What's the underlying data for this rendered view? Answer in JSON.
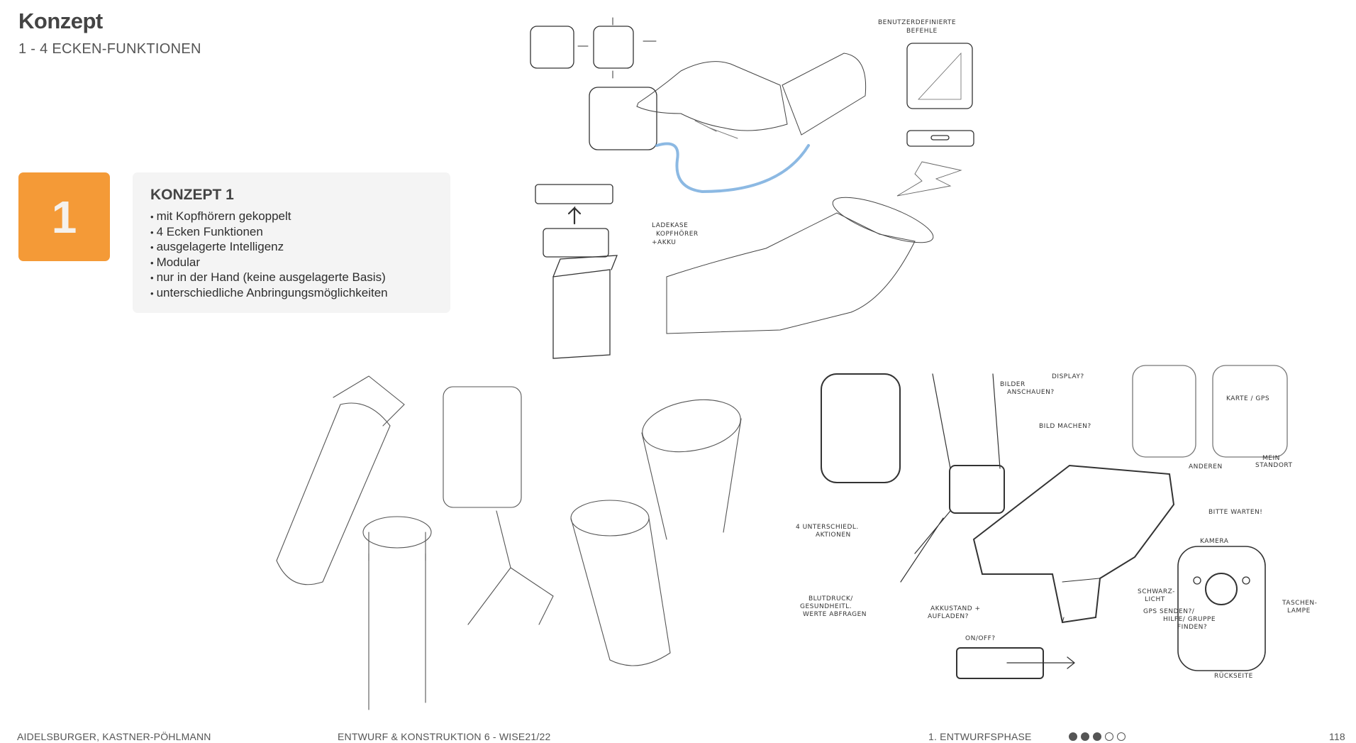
{
  "header": {
    "title": "Konzept",
    "subtitle": "1 - 4 ECKEN-FUNKTIONEN"
  },
  "concept": {
    "number": "1",
    "accent_color": "#f49a37",
    "heading": "KONZEPT 1",
    "bullets": [
      "mit Kopfhörern gekoppelt",
      "4 Ecken Funktionen",
      "ausgelagerte Intelligenz",
      "Modular",
      "nur in der Hand (keine ausgelagerte Basis)",
      "unterschiedliche Anbringungsmöglichkeiten"
    ]
  },
  "sketch_labels": {
    "benutzer": "BENUTZERDEFINIERTE",
    "befehle": "BEFEHLE",
    "ladekase1": "LADEKASE",
    "ladekase2": "KOPFHÖRER",
    "ladekase3": "+AKKU",
    "bilder1": "BILDER",
    "bilder2": "ANSCHAUEN?",
    "display": "DISPLAY?",
    "bild_machen": "BILD MACHEN?",
    "karte": "KARTE / GPS",
    "anderen": "ANDEREN",
    "standort1": "MEIN",
    "standort2": "STANDORT",
    "bitte": "BITTE WARTEN!",
    "aktionen1": "4 UNTERSCHIEDL.",
    "aktionen2": "AKTIONEN",
    "blut1": "BLUTDRUCK/",
    "blut2": "GESUNDHEITL.",
    "blut3": "WERTE ABFRAGEN",
    "akku1": "AKKUSTAND +",
    "akku2": "AUFLADEN?",
    "onoff": "ON/OFF?",
    "kamera": "KAMERA",
    "schwarz1": "SCHWARZ-",
    "schwarz2": "LICHT",
    "taschen1": "TASCHEN-",
    "taschen2": "LAMPE",
    "gps1": "GPS SENDEN?/",
    "gps2": "HILFE/ GRUPPE",
    "gps3": "FINDEN?",
    "rueckseite": "RÜCKSEITE"
  },
  "footer": {
    "authors": "AIDELSBURGER, KASTNER-PÖHLMANN",
    "course": "ENTWURF & KONSTRUKTION 6 - WISE21/22",
    "phase": "1. ENTWURFSPHASE",
    "phase_progress": {
      "completed": 3,
      "total": 5
    },
    "page": "118"
  }
}
